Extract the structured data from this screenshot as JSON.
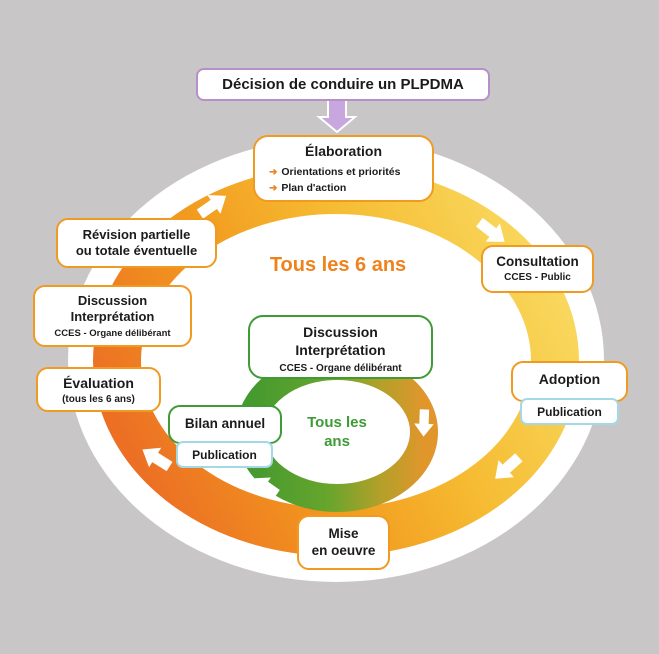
{
  "colors": {
    "background": "#c8c6c7",
    "orange_border": "#f09a22",
    "orange_text": "#f0821c",
    "green": "#3e9b35",
    "purple": "#b78fc9",
    "cyan": "#a5d8e6",
    "ring_orange_deep": "#ec6f24",
    "ring_yellow": "#f8d75c"
  },
  "icons": {
    "bullet_arrow": "➜"
  },
  "decision_box": {
    "label": "Décision de conduire un PLPDMA"
  },
  "outer_cycle": {
    "period_label": "Tous les 6 ans",
    "elaboration": {
      "title": "Élaboration",
      "bullets": [
        "Orientations et priorités",
        "Plan d'action"
      ]
    },
    "consultation": {
      "title": "Consultation",
      "subtitle": "CCES - Public"
    },
    "adoption": {
      "title": "Adoption",
      "publication": "Publication"
    },
    "mise_en_oeuvre": {
      "line1": "Mise",
      "line2": "en oeuvre"
    },
    "evaluation": {
      "title": "Évaluation",
      "subtitle": "(tous les 6 ans)"
    },
    "discussion": {
      "line1": "Discussion",
      "line2": "Interprétation",
      "subtitle": "CCES - Organe délibérant"
    },
    "revision": {
      "line1": "Révision partielle",
      "line2": "ou totale éventuelle"
    }
  },
  "inner_cycle": {
    "period_line1": "Tous les",
    "period_line2": "ans",
    "discussion": {
      "line1": "Discussion",
      "line2": "Interprétation",
      "subtitle": "CCES - Organe délibérant"
    },
    "bilan": {
      "title": "Bilan annuel",
      "publication": "Publication"
    }
  }
}
